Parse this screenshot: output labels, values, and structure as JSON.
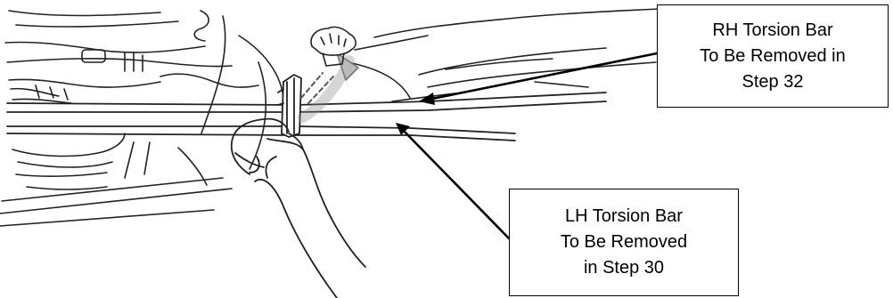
{
  "callouts": {
    "rh": {
      "lines": [
        "RH Torsion Bar",
        "To Be Removed in",
        "Step 32"
      ]
    },
    "lh": {
      "lines": [
        "LH Torsion Bar",
        "To Be Removed",
        "in Step 30"
      ]
    }
  }
}
